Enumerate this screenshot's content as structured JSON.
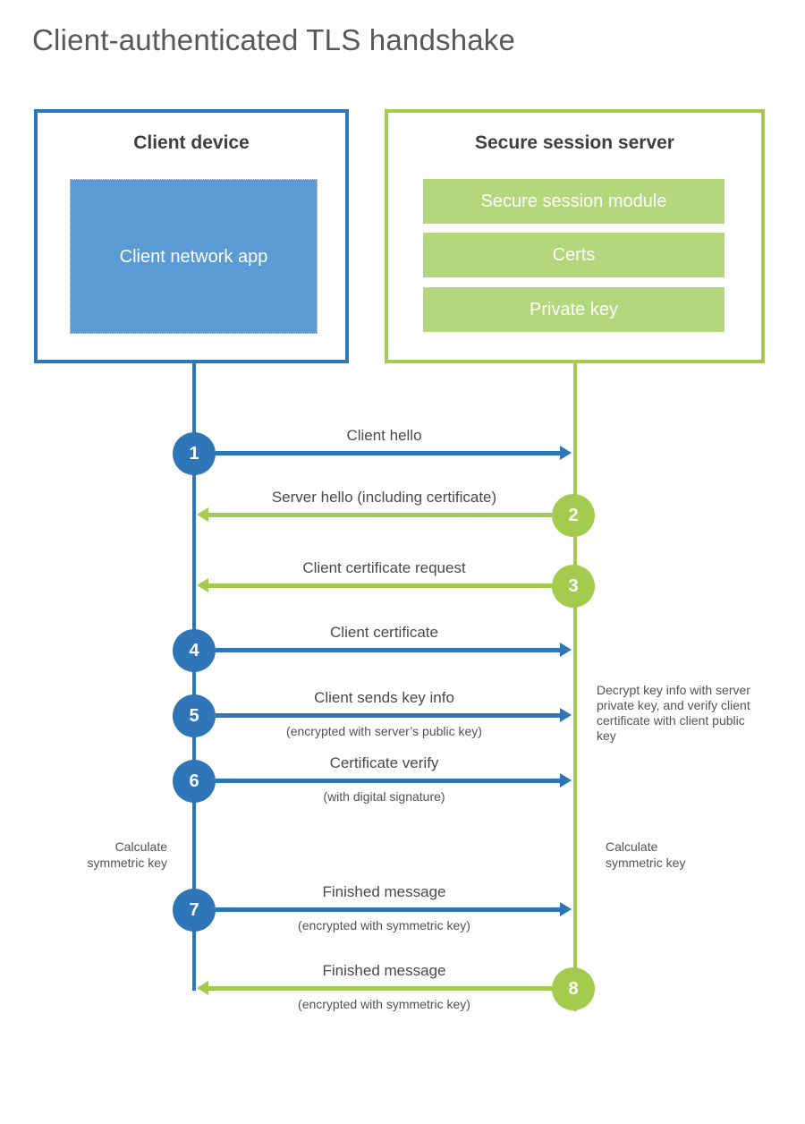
{
  "title": "Client-authenticated TLS handshake",
  "client": {
    "title": "Client device",
    "app": "Client network app"
  },
  "server": {
    "title": "Secure session server",
    "modules": [
      "Secure session module",
      "Certs",
      "Private key"
    ]
  },
  "messages": [
    {
      "num": "1",
      "label": "Client hello",
      "sub": "",
      "from": "client",
      "to": "server"
    },
    {
      "num": "2",
      "label": "Server hello (including certificate)",
      "sub": "",
      "from": "server",
      "to": "client"
    },
    {
      "num": "3",
      "label": "Client certificate request",
      "sub": "",
      "from": "server",
      "to": "client"
    },
    {
      "num": "4",
      "label": "Client certificate",
      "sub": "",
      "from": "client",
      "to": "server"
    },
    {
      "num": "5",
      "label": "Client sends key info",
      "sub": "(encrypted with server’s public key)",
      "from": "client",
      "to": "server"
    },
    {
      "num": "6",
      "label": "Certificate verify",
      "sub": "(with digital signature)",
      "from": "client",
      "to": "server"
    },
    {
      "num": "7",
      "label": "Finished message",
      "sub": "(encrypted with symmetric key)",
      "from": "client",
      "to": "server"
    },
    {
      "num": "8",
      "label": "Finished message",
      "sub": "(encrypted with symmetric key)",
      "from": "server",
      "to": "client"
    }
  ],
  "annotations": {
    "decrypt_note": "Decrypt key info with server private key, and verify client certificate with client public key",
    "calc_client": "Calculate symmetric key",
    "calc_server": "Calculate symmetric key"
  },
  "colors": {
    "client_line": "#2E76B8",
    "client_fill": "#5B9BD5",
    "server_line": "#A3CC4E",
    "server_fill": "#B3D77B",
    "title_text": "#58585a",
    "heading_text": "#3e3e40",
    "label_text": "#4a4a4c"
  }
}
